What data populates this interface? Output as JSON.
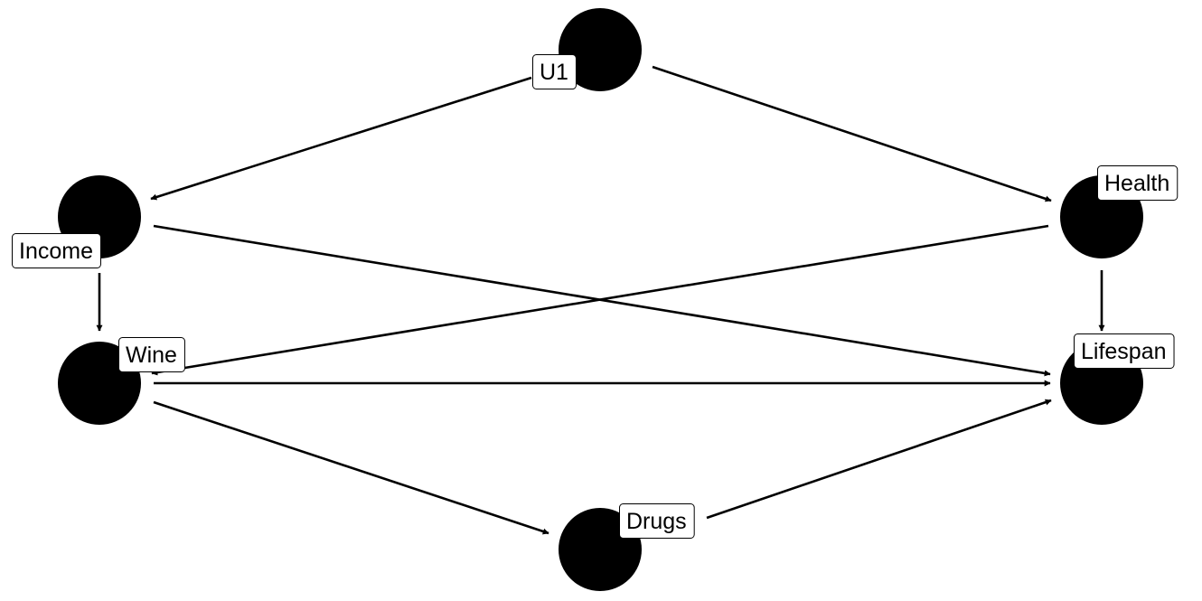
{
  "diagram": {
    "type": "dag",
    "node_color": "#000000",
    "edge_color": "#000000",
    "label_background": "#ffffff",
    "nodes": [
      {
        "id": "u1",
        "label": "U1"
      },
      {
        "id": "income",
        "label": "Income"
      },
      {
        "id": "health",
        "label": "Health"
      },
      {
        "id": "wine",
        "label": "Wine"
      },
      {
        "id": "lifespan",
        "label": "Lifespan"
      },
      {
        "id": "drugs",
        "label": "Drugs"
      }
    ],
    "edges": [
      {
        "from": "u1",
        "to": "income"
      },
      {
        "from": "u1",
        "to": "health"
      },
      {
        "from": "income",
        "to": "wine"
      },
      {
        "from": "income",
        "to": "lifespan"
      },
      {
        "from": "health",
        "to": "wine"
      },
      {
        "from": "health",
        "to": "lifespan"
      },
      {
        "from": "wine",
        "to": "lifespan"
      },
      {
        "from": "wine",
        "to": "drugs"
      },
      {
        "from": "drugs",
        "to": "lifespan"
      }
    ]
  }
}
